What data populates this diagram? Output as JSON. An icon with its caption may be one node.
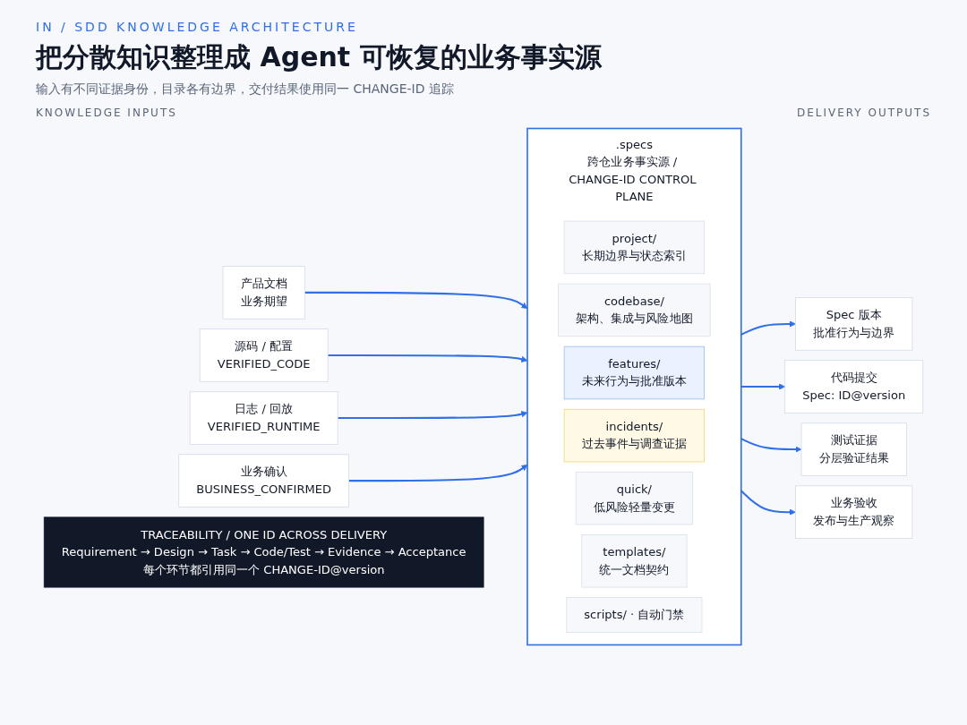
{
  "diagram": {
    "title": "把分散知识整理成 Agent 可恢复的业务事实源",
    "caption": "输入有不同证据身份，目录各有边界，交付结果使用同一 CHANGE-ID 追踪",
    "nodes": [
      {
        "text": [
          "产品文档",
          "业务期望"
        ]
      },
      {
        "text": [
          "源码 / 配置",
          "VERIFIED_CODE"
        ]
      },
      {
        "text": [
          "日志 / 回放",
          "VERIFIED_RUNTIME"
        ]
      },
      {
        "text": [
          "业务确认",
          "BUSINESS_CONFIRMED"
        ]
      },
      {
        "text": [
          ".specs",
          "跨仓业务事实源 / CHANGE-ID CONTROL PLANE"
        ]
      },
      {
        "text": [
          "project/",
          "长期边界与状态索引"
        ],
        "in": 4
      },
      {
        "text": [
          "codebase/",
          "架构、集成与风险地图"
        ],
        "in": 4
      },
      {
        "text": [
          "features/",
          "未来行为与批准版本"
        ],
        "in": 4
      },
      {
        "text": [
          "incidents/",
          "过去事件与调查证据"
        ],
        "in": 4
      },
      {
        "text": [
          "quick/",
          "低风险轻量变更"
        ],
        "in": 4
      },
      {
        "text": [
          "templates/",
          "统一文档契约"
        ],
        "in": 4
      },
      {
        "text": [
          "scripts/ · 自动门禁"
        ],
        "in": 4
      },
      {
        "text": [
          "Spec 版本",
          "批准行为与边界"
        ]
      },
      {
        "text": [
          "代码提交",
          "Spec: ID@version"
        ]
      },
      {
        "text": [
          "测试证据",
          "分层验证结果"
        ]
      },
      {
        "text": [
          "业务验收",
          "发布与生产观察"
        ]
      },
      {
        "text": [
          "TRACEABILITY / ONE ID ACROSS DELIVERY",
          "Requirement → Design → Task → Code/Test → Evidence → Acceptance",
          "每个环节都引用同一个 CHANGE-ID@version"
        ]
      }
    ],
    "edges": [
      {
        "from": 0,
        "to": 4,
        "arrow": "to"
      },
      {
        "from": 1,
        "to": 4,
        "arrow": "to"
      },
      {
        "from": 2,
        "to": 4,
        "arrow": "to"
      },
      {
        "from": 3,
        "to": 4,
        "arrow": "to"
      },
      {
        "from": 4,
        "to": 12,
        "arrow": "to"
      },
      {
        "from": 4,
        "to": 13,
        "arrow": "to"
      },
      {
        "from": 4,
        "to": 14,
        "arrow": "to"
      },
      {
        "from": 4,
        "to": 15,
        "arrow": "to"
      }
    ],
    "labels": [
      "IN / SDD KNOWLEDGE ARCHITECTURE",
      "KNOWLEDGE INPUTS",
      "DELIVERY OUTPUTS"
    ]
  }
}
